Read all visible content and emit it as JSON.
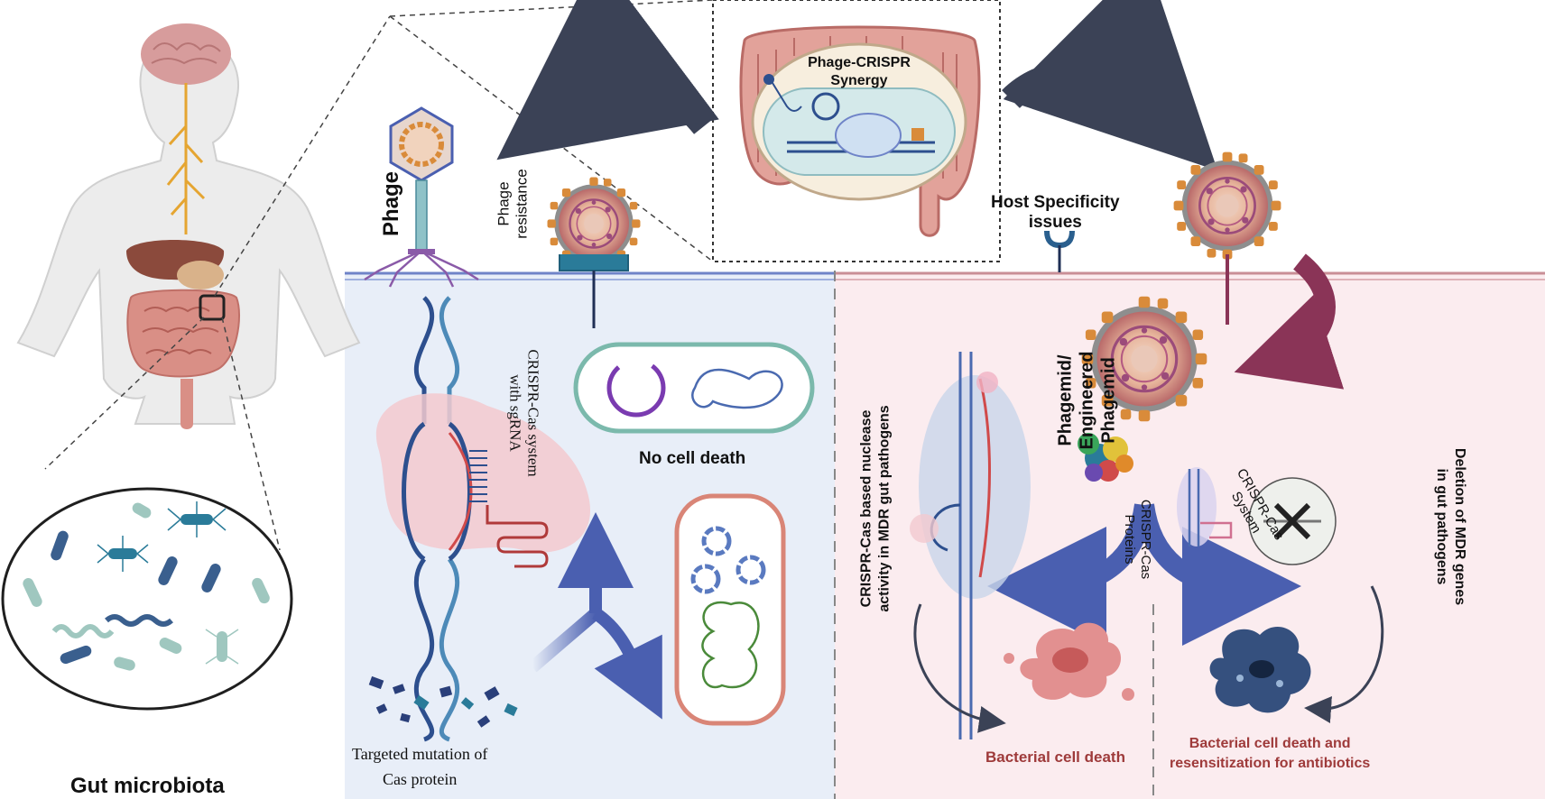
{
  "labels": {
    "gut_microbiota": "Gut microbiota",
    "synergy_line1": "Phage-CRISPR",
    "synergy_line2": "Synergy",
    "phage": "Phage",
    "phage_resistance_line1": "Phage",
    "phage_resistance_line2": "resistance",
    "host_specificity_line1": "Host Specificity",
    "host_specificity_line2": "issues",
    "crispr_sgrna_line1": "CRISPR-Cas system",
    "crispr_sgrna_line2": "with sgRNA",
    "no_cell_death": "No cell death",
    "targeted_mutation_line1": "Targeted mutation of",
    "targeted_mutation_line2": "Cas protein",
    "phagemid_line1": "Phagemid/",
    "phagemid_line2": "Engineered",
    "phagemid_line3": "Phagemid",
    "nuclease_line1": "CRISPR-Cas based nuclease",
    "nuclease_line2": "activity in MDR gut pathogens",
    "cas_proteins_line1": "CRISPR-Cas",
    "cas_proteins_line2": "Proteins",
    "cas_system_line1": "CRISPR-Cas",
    "cas_system_line2": "System",
    "deletion_line1": "Deletion of MDR genes",
    "deletion_line2": "in gut pathogens",
    "bacterial_death": "Bacterial cell death",
    "resensitization_line1": "Bacterial cell death and",
    "resensitization_line2": "resensitization for antibiotics"
  },
  "colors": {
    "left_panel": "#e8eef8",
    "right_panel": "#fbecef",
    "arrow_dark": "#3b4256",
    "arrow_blue": "#4a5fb0",
    "arrow_maroon": "#8a3457",
    "dna_blue": "#2d4f8e",
    "capsid_orange": "#d98b3a",
    "label_red": "#9e3a3a"
  }
}
